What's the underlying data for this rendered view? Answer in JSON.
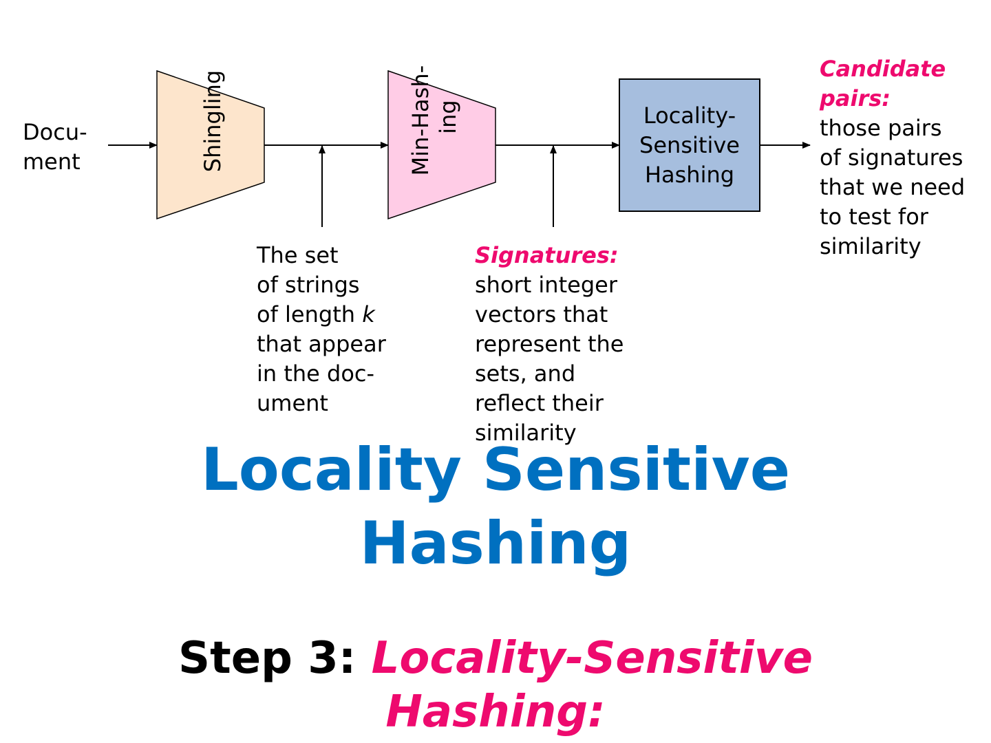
{
  "colors": {
    "accent": "#EE0A6E",
    "title": "#0070C0",
    "shingling_fill": "#FDE5CC",
    "minhash_fill": "#FFCCE6",
    "lsh_fill": "#A6BEDE"
  },
  "diagram": {
    "document_label": [
      "Docu-",
      "ment"
    ],
    "shingling_label": "Shingling",
    "minhash_label": [
      "Min-Hash-",
      "ing"
    ],
    "lsh_label": [
      "Locality-",
      "Sensitive",
      "Hashing"
    ],
    "shingles_desc": {
      "lines": [
        "The set",
        "of strings",
        "that appear",
        "in the doc-",
        "ument"
      ],
      "length_prefix": "of length ",
      "length_var": "k"
    },
    "signatures_desc": {
      "heading": "Signatures:",
      "lines": [
        "short integer",
        "vectors that",
        "represent the",
        "sets, and",
        "reflect their",
        "similarity"
      ]
    },
    "candidates_desc": {
      "heading": [
        "Candidate",
        "pairs:"
      ],
      "lines": [
        "those pairs",
        "of signatures",
        "that we need",
        "to test for",
        "similarity"
      ]
    }
  },
  "title": [
    "Locality Sensitive",
    "Hashing"
  ],
  "step": {
    "prefix": "Step 3: ",
    "emphasis": [
      "Locality-Sensitive",
      "Hashing:"
    ]
  }
}
